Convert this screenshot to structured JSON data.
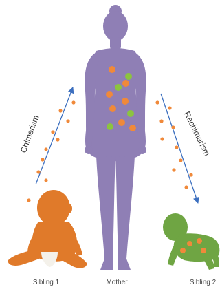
{
  "labels": {
    "chimerism": "Chimerism",
    "rechimerism": "Rechimerism",
    "sibling1": "Sibling 1",
    "mother": "Mother",
    "sibling2": "Sibling 2"
  },
  "colors": {
    "mother": "#8f7fb5",
    "sibling1": "#e07a2a",
    "sibling2": "#6fa543",
    "orange_cell": "#f0893a",
    "green_cell": "#8cc43f",
    "arrow": "#3c6fbf",
    "label_text": "#444444"
  }
}
